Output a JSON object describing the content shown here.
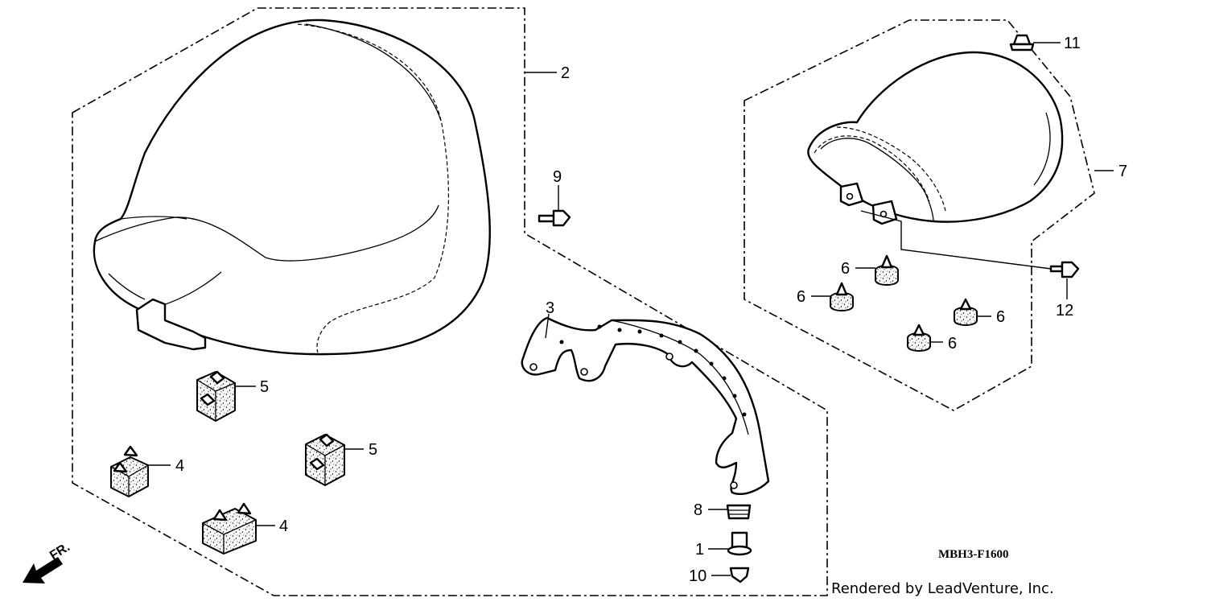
{
  "callouts": {
    "c1": "1",
    "c2": "2",
    "c3": "3",
    "c4a": "4",
    "c4b": "4",
    "c5a": "5",
    "c5b": "5",
    "c6a": "6",
    "c6b": "6",
    "c6c": "6",
    "c6d": "6",
    "c7": "7",
    "c8": "8",
    "c9": "9",
    "c10": "10",
    "c11": "11",
    "c12": "12"
  },
  "diagram_code": "MBH3-F1600",
  "credit": "Rendered by LeadVenture, Inc.",
  "direction_label": "FR."
}
